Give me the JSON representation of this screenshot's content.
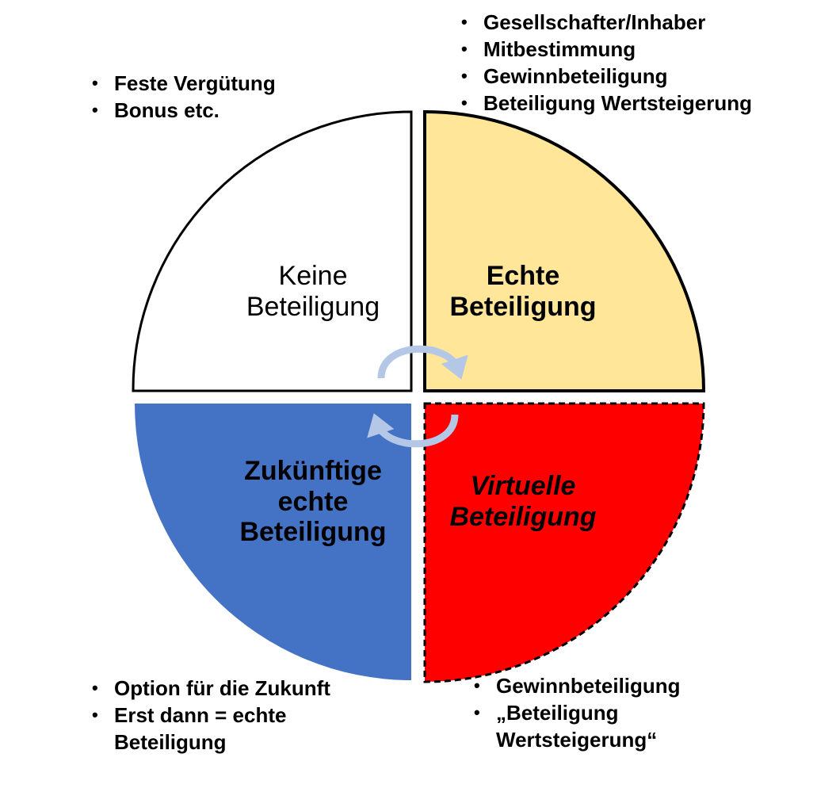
{
  "quadrants": {
    "top_left": {
      "label_line1": "Keine",
      "label_line2": "Beteiligung",
      "fill": "#ffffff"
    },
    "top_right": {
      "label_line1": "Echte",
      "label_line2": "Beteiligung",
      "fill": "#FFE699"
    },
    "bottom_left": {
      "label_line1": "Zukünftige",
      "label_line2": "echte",
      "label_line3": "Beteiligung",
      "fill": "#4472C4"
    },
    "bottom_right": {
      "label_line1": "Virtuelle",
      "label_line2": "Beteiligung",
      "fill": "#FF0000"
    }
  },
  "bullets": {
    "top_left": [
      "Feste Vergütung",
      "Bonus etc."
    ],
    "top_right": [
      "Gesellschafter/Inhaber",
      "Mitbestimmung",
      "Gewinnbeteiligung",
      "Beteiligung Wertsteigerung"
    ],
    "bottom_left": [
      "Option für die Zukunft",
      "Erst dann = echte Beteiligung"
    ],
    "bottom_right": [
      "Gewinnbeteiligung",
      "„Beteiligung Wertsteigerung“"
    ]
  },
  "colors": {
    "arrow": "#B4C7E7",
    "stroke": "#000000"
  },
  "icons": [
    "curved-arrow-icon"
  ]
}
